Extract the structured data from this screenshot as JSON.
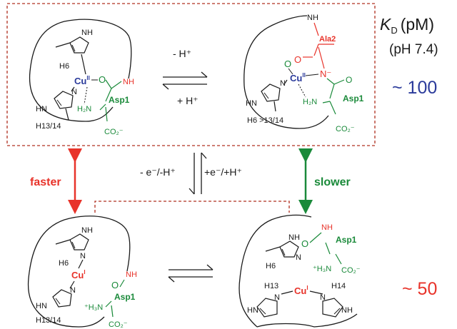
{
  "colors": {
    "black": "#1a1a1a",
    "red": "#e8332a",
    "green": "#1a8a3a",
    "blue": "#2b3b9b",
    "dark_red": "#b03020"
  },
  "header": {
    "kd_symbol": "K",
    "kd_subscript": "D",
    "kd_unit": "(pM)",
    "ph": "(pH 7.4)"
  },
  "values": {
    "top": "~ 100",
    "bottom": "~ 50"
  },
  "transitions": {
    "deprotonation": "- H⁺",
    "protonation": "+ H⁺",
    "oxidation": "- e⁻/-H⁺",
    "reduction": "+e⁻/+H⁺",
    "faster": "faster",
    "slower": "slower"
  },
  "structures": {
    "top_left": {
      "nh": "NH",
      "h6": "H6",
      "cu": "Cu",
      "cu_ox": "II",
      "o": "O",
      "nh_amide": "NH",
      "asp": "Asp1",
      "h2n": "H₂N",
      "hn": "HN",
      "n": "N",
      "h13": "H13/14",
      "co2": "CO₂⁻"
    },
    "top_right": {
      "nh_top": "NH",
      "ala": "Ala2",
      "o_ala": "O",
      "n_minus": "N⁻",
      "cu": "Cu",
      "cu_ox": "II",
      "o": "O",
      "o_asp": "O",
      "asp": "Asp1",
      "h2n": "H₂N",
      "hn": "HN",
      "n": "N",
      "label": "H6 >13/14",
      "co2": "CO₂⁻"
    },
    "bottom_left": {
      "nh": "NH",
      "n": "N",
      "h6": "H6",
      "cu": "Cu",
      "cu_ox": "I",
      "o": "O",
      "nh_amide": "NH",
      "asp": "Asp1",
      "h3n": "⁺H₃N",
      "hn": "HN",
      "n2": "N",
      "h13": "H13/14",
      "co2": "CO₂⁻"
    },
    "bottom_right": {
      "nh": "NH",
      "n": "N",
      "h6": "H6",
      "nh_amide": "NH",
      "o": "O",
      "asp": "Asp1",
      "h3n": "⁺H₃N",
      "co2": "CO₂⁻",
      "h13": "H13",
      "h14": "H14",
      "cu": "Cu",
      "cu_ox": "I",
      "n_left": "N",
      "hn": "HN",
      "n_right": "N",
      "nh_right": "NH"
    }
  }
}
